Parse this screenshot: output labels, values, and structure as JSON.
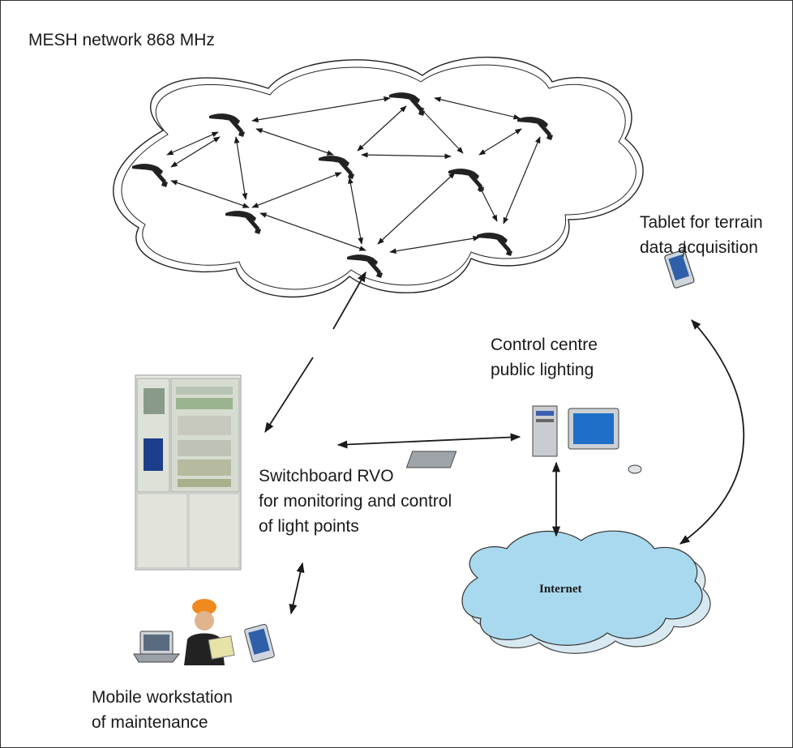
{
  "labels": {
    "mesh_title": "MESH network 868 MHz",
    "tablet_line1": "Tablet for terrain",
    "tablet_line2": "data acquisition",
    "control_line1": "Control centre",
    "control_line2": "public lighting",
    "switch_line1": "Switchboard RVO",
    "switch_line2": "for monitoring and control",
    "switch_line3": "of light points",
    "mobile_line1": "Mobile workstation",
    "mobile_line2": "of maintenance",
    "internet": "Internet"
  },
  "icons": {
    "mesh_node": "street-lamp-icon",
    "switchboard": "switchboard-cabinet-icon",
    "control_pc": "desktop-computer-icon",
    "tablet": "tablet-icon",
    "laptop": "laptop-icon",
    "worker": "maintenance-worker-icon",
    "cloud": "cloud-icon"
  },
  "colors": {
    "mesh_cloud_fill": "#ffffff",
    "internet_cloud_fill": "#a9d9ee",
    "line": "#1a1a1a"
  }
}
